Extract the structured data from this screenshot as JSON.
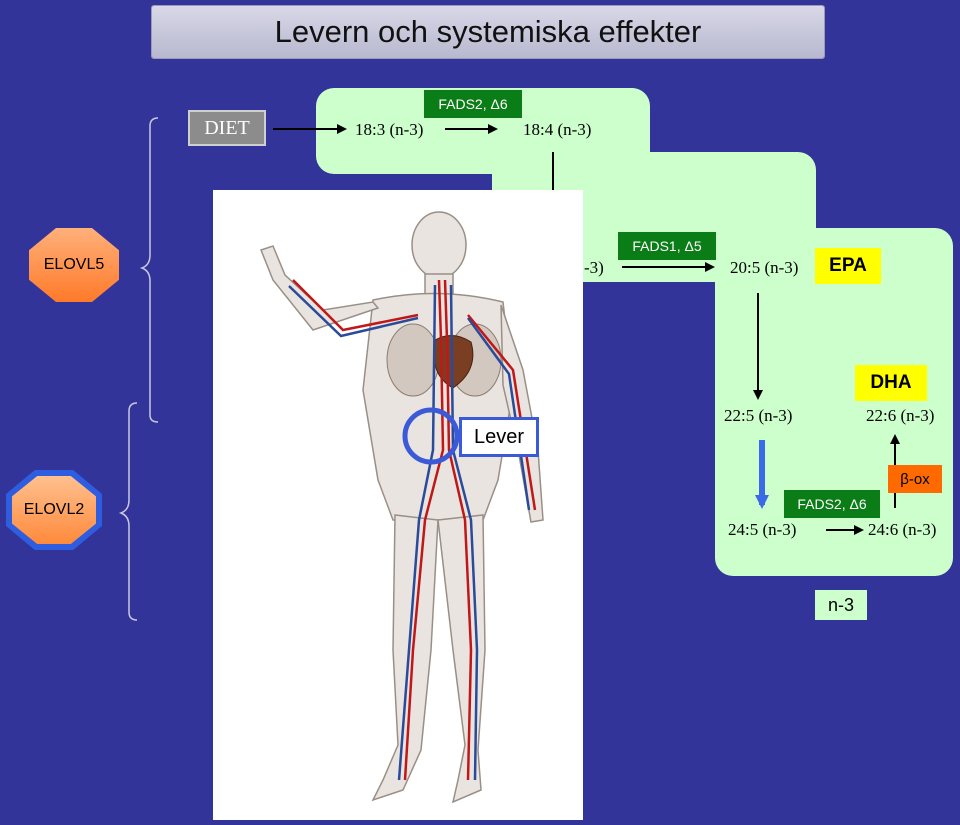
{
  "title": "Levern och systemiska effekter",
  "diet_label": "DIET",
  "fatty_acids": {
    "fa_18_3": "18:3 (n-3)",
    "fa_18_4": "18:4 (n-3)",
    "fa_20_4_partial": "-3)",
    "fa_20_5": "20:5 (n-3)",
    "fa_22_5": "22:5 (n-3)",
    "fa_22_6": "22:6 (n-3)",
    "fa_24_5": "24:5 (n-3)",
    "fa_24_6": "24:6 (n-3)"
  },
  "enzymes": {
    "fads2_top": "FADS2, Δ6",
    "fads1": "FADS1, Δ5",
    "fads2_bottom": "FADS2, Δ6",
    "beta_ox": "β-ox"
  },
  "products": {
    "epa": "EPA",
    "dha": "DHA"
  },
  "elongases": {
    "elovl5": "ELOVL5",
    "elovl2": "ELOVL2"
  },
  "organ_label": "Lever",
  "series_label": "n-3",
  "colors": {
    "background": "#33349a",
    "pathway_fill": "#ccffcc",
    "enzyme_fill": "#0b7d16",
    "highlight_yellow": "#ffff00",
    "beta_ox_fill": "#ff6a00",
    "elovl_orange": "#ff8a3c",
    "liver_circle": "#3a5ad8"
  }
}
